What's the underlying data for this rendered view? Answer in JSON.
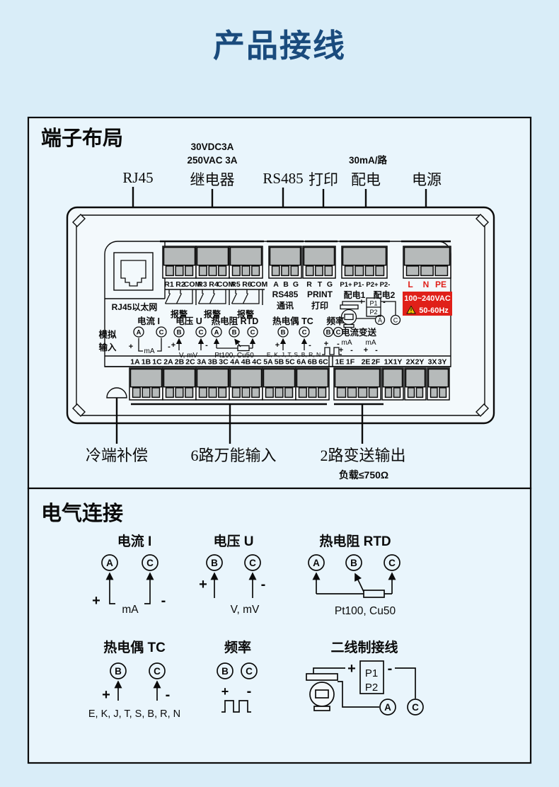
{
  "page_title": "产品接线",
  "colors": {
    "accent": "#1a4b7d",
    "alert_red": "#e02019",
    "terminal_gray": "#b6baba",
    "page_bg": "#d9edf8",
    "box_bg": "#e9f5fc"
  },
  "terminal_layout": {
    "section_title": "端子布局",
    "leaders": {
      "relay_spec1": "30VDC3A",
      "relay_spec2": "250VAC 3A",
      "dist_spec": "30mA/路",
      "rj45": "RJ45",
      "relay": "继电器",
      "rs485": "RS485",
      "print": "打印",
      "dist": "配电",
      "power": "电源"
    },
    "rj45_label": "RJ45以太网",
    "relay_groups": [
      {
        "t1": "R1",
        "t2": "R2",
        "t3": "COM",
        "label": "报警"
      },
      {
        "t1": "R3",
        "t2": "R4",
        "t3": "COM",
        "label": "报警"
      },
      {
        "t1": "R5",
        "t2": "R6",
        "t3": "COM",
        "label": "报警"
      }
    ],
    "rs485": {
      "t1": "A",
      "t2": "B",
      "t3": "G",
      "line1": "RS485",
      "line2": "通讯"
    },
    "print": {
      "t1": "R",
      "t2": "T",
      "t3": "G",
      "line1": "PRINT",
      "line2": "打印"
    },
    "dist": {
      "t1": "P1+",
      "t2": "P1-",
      "t3": "P2+",
      "t4": "P2-",
      "ch1": "配电1",
      "ch2": "配电2",
      "plus": "+",
      "minus": "-",
      "p1": "P1",
      "p2": "P2",
      "a": "A",
      "c": "C"
    },
    "power": {
      "t1": "L",
      "t2": "N",
      "t3": "PE",
      "spec1": "100~240VAC",
      "spec2": "50-60Hz"
    },
    "analog": {
      "label1": "模拟",
      "label2": "输入",
      "current": {
        "title": "电流 I",
        "a": "A",
        "c": "C",
        "plus": "+",
        "minus": "-",
        "unit": "mA"
      },
      "voltage": {
        "title": "电压 U",
        "b": "B",
        "c": "C",
        "plus": "+",
        "minus": "-",
        "unit": "V, mV"
      },
      "rtd": {
        "title": "热电阻 RTD",
        "a": "A",
        "b": "B",
        "c": "C",
        "unit": "Pt100, Cu50"
      },
      "tc": {
        "title": "热电偶 TC",
        "b": "B",
        "c": "C",
        "plus": "+",
        "minus": "-",
        "unit": "E, K, J, T, S, B, R, N"
      },
      "freq": {
        "title": "频率",
        "b": "B",
        "c": "C",
        "plus": "+",
        "minus": "-"
      },
      "transmit": {
        "title": "电流变送",
        "unit1": "mA",
        "unit2": "mA",
        "p1": "+",
        "m1": "-",
        "p2": "+",
        "m2": "-"
      }
    },
    "bottom_terminals_left": [
      "1A",
      "1B",
      "1C",
      "2A",
      "2B",
      "2C",
      "3A",
      "3B",
      "3C",
      "4A",
      "4B",
      "4C",
      "5A",
      "5B",
      "5C",
      "6A",
      "6B",
      "6C"
    ],
    "bottom_terminals_right": [
      "1E",
      "1F",
      "2E",
      "2F",
      "1X",
      "1Y",
      "2X",
      "2Y",
      "3X",
      "3Y"
    ],
    "bottom_labels": {
      "cold": "冷端补偿",
      "inputs": "6路万能输入",
      "outputs": "2路变送输出",
      "load": "负载≤750Ω"
    }
  },
  "electrical": {
    "section_title": "电气连接",
    "current": {
      "title": "电流 I",
      "a": "A",
      "c": "C",
      "plus": "+",
      "minus": "-",
      "unit": "mA"
    },
    "voltage": {
      "title": "电压 U",
      "b": "B",
      "c": "C",
      "plus": "+",
      "minus": "-",
      "unit": "V, mV"
    },
    "rtd": {
      "title": "热电阻 RTD",
      "a": "A",
      "b": "B",
      "c": "C",
      "unit": "Pt100, Cu50"
    },
    "tc": {
      "title": "热电偶 TC",
      "b": "B",
      "c": "C",
      "plus": "+",
      "minus": "-",
      "unit": "E, K, J, T, S, B, R, N"
    },
    "freq": {
      "title": "频率",
      "b": "B",
      "c": "C",
      "plus": "+",
      "minus": "-"
    },
    "twowire": {
      "title": "二线制接线",
      "p1": "P1",
      "p2": "P2",
      "plus": "+",
      "minus": "-",
      "a": "A",
      "c": "C"
    }
  }
}
